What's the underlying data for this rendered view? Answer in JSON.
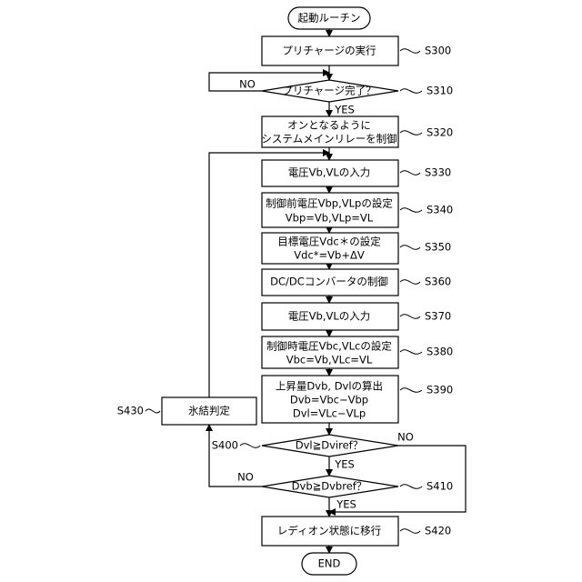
{
  "flowchart": {
    "start": "起動ルーチン",
    "end": "END",
    "s300": {
      "id": "S300",
      "text": "プリチャージの実行"
    },
    "s310": {
      "id": "S310",
      "text": "プリチャージ完了？",
      "no": "NO",
      "yes": "YES"
    },
    "s320": {
      "id": "S320",
      "lines": [
        "オンとなるように",
        "システムメインリレーを制御"
      ]
    },
    "s330": {
      "id": "S330",
      "text": "電圧Vb,VLの入力"
    },
    "s340": {
      "id": "S340",
      "lines": [
        "制御前電圧Vbp,VLpの設定",
        "Vbp=Vb,VLp=VL"
      ]
    },
    "s350": {
      "id": "S350",
      "lines": [
        "目標電圧Vdc＊の設定",
        "Vdc*=Vb+ΔV"
      ]
    },
    "s360": {
      "id": "S360",
      "text": "DC/DCコンバータの制御"
    },
    "s370": {
      "id": "S370",
      "text": "電圧Vb,VLの入力"
    },
    "s380": {
      "id": "S380",
      "lines": [
        "制御時電圧Vbc,VLcの設定",
        "Vbc=Vb,VLc=VL"
      ]
    },
    "s390": {
      "id": "S390",
      "lines": [
        "上昇量Dvb, Dvlの算出",
        "Dvb=Vbc−Vbp",
        "Dvl=VLc−VLp"
      ]
    },
    "s400": {
      "id": "S400",
      "text": "Dvl≧Dviref？",
      "no": "NO",
      "yes": "YES"
    },
    "s410": {
      "id": "S410",
      "text": "Dvb≧Dvbref？",
      "no": "NO",
      "yes": "YES"
    },
    "s420": {
      "id": "S420",
      "text": "レディオン状態に移行"
    },
    "s430": {
      "id": "S430",
      "text": "氷結判定"
    }
  }
}
